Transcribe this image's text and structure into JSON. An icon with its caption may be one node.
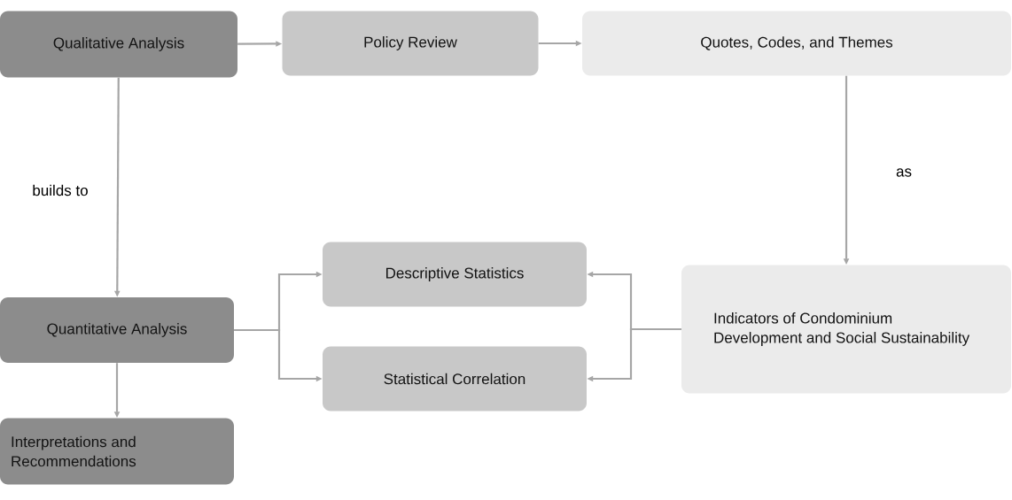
{
  "diagram": {
    "nodes": [
      {
        "text": [
          "Qualitative Analysis"
        ]
      },
      {
        "text": [
          "Policy Review"
        ]
      },
      {
        "text": [
          "Quotes, Codes, and Themes"
        ]
      },
      {
        "text": [
          "Descriptive Statistics"
        ]
      },
      {
        "text": [
          "Indicators of Condominium Development and Social Sustainability"
        ]
      },
      {
        "text": [
          "Quantitative Analysis"
        ]
      },
      {
        "text": [
          "Statistical Correlation"
        ]
      },
      {
        "text": [
          "Interpretations and Recommendations"
        ]
      }
    ],
    "edges": [
      {
        "from": 0,
        "to": 1,
        "arrow": "to"
      },
      {
        "from": 1,
        "to": 2,
        "arrow": "to"
      },
      {
        "from": 2,
        "to": 4,
        "arrow": "to",
        "label": "as"
      },
      {
        "from": 0,
        "to": 5,
        "arrow": "to",
        "label": "builds to"
      },
      {
        "from": 5,
        "to": 3,
        "arrow": "to"
      },
      {
        "from": 5,
        "to": 6,
        "arrow": "to"
      },
      {
        "from": 4,
        "to": 3,
        "arrow": "to"
      },
      {
        "from": 4,
        "to": 6,
        "arrow": "to"
      },
      {
        "from": 5,
        "to": 7,
        "arrow": "to"
      }
    ]
  }
}
